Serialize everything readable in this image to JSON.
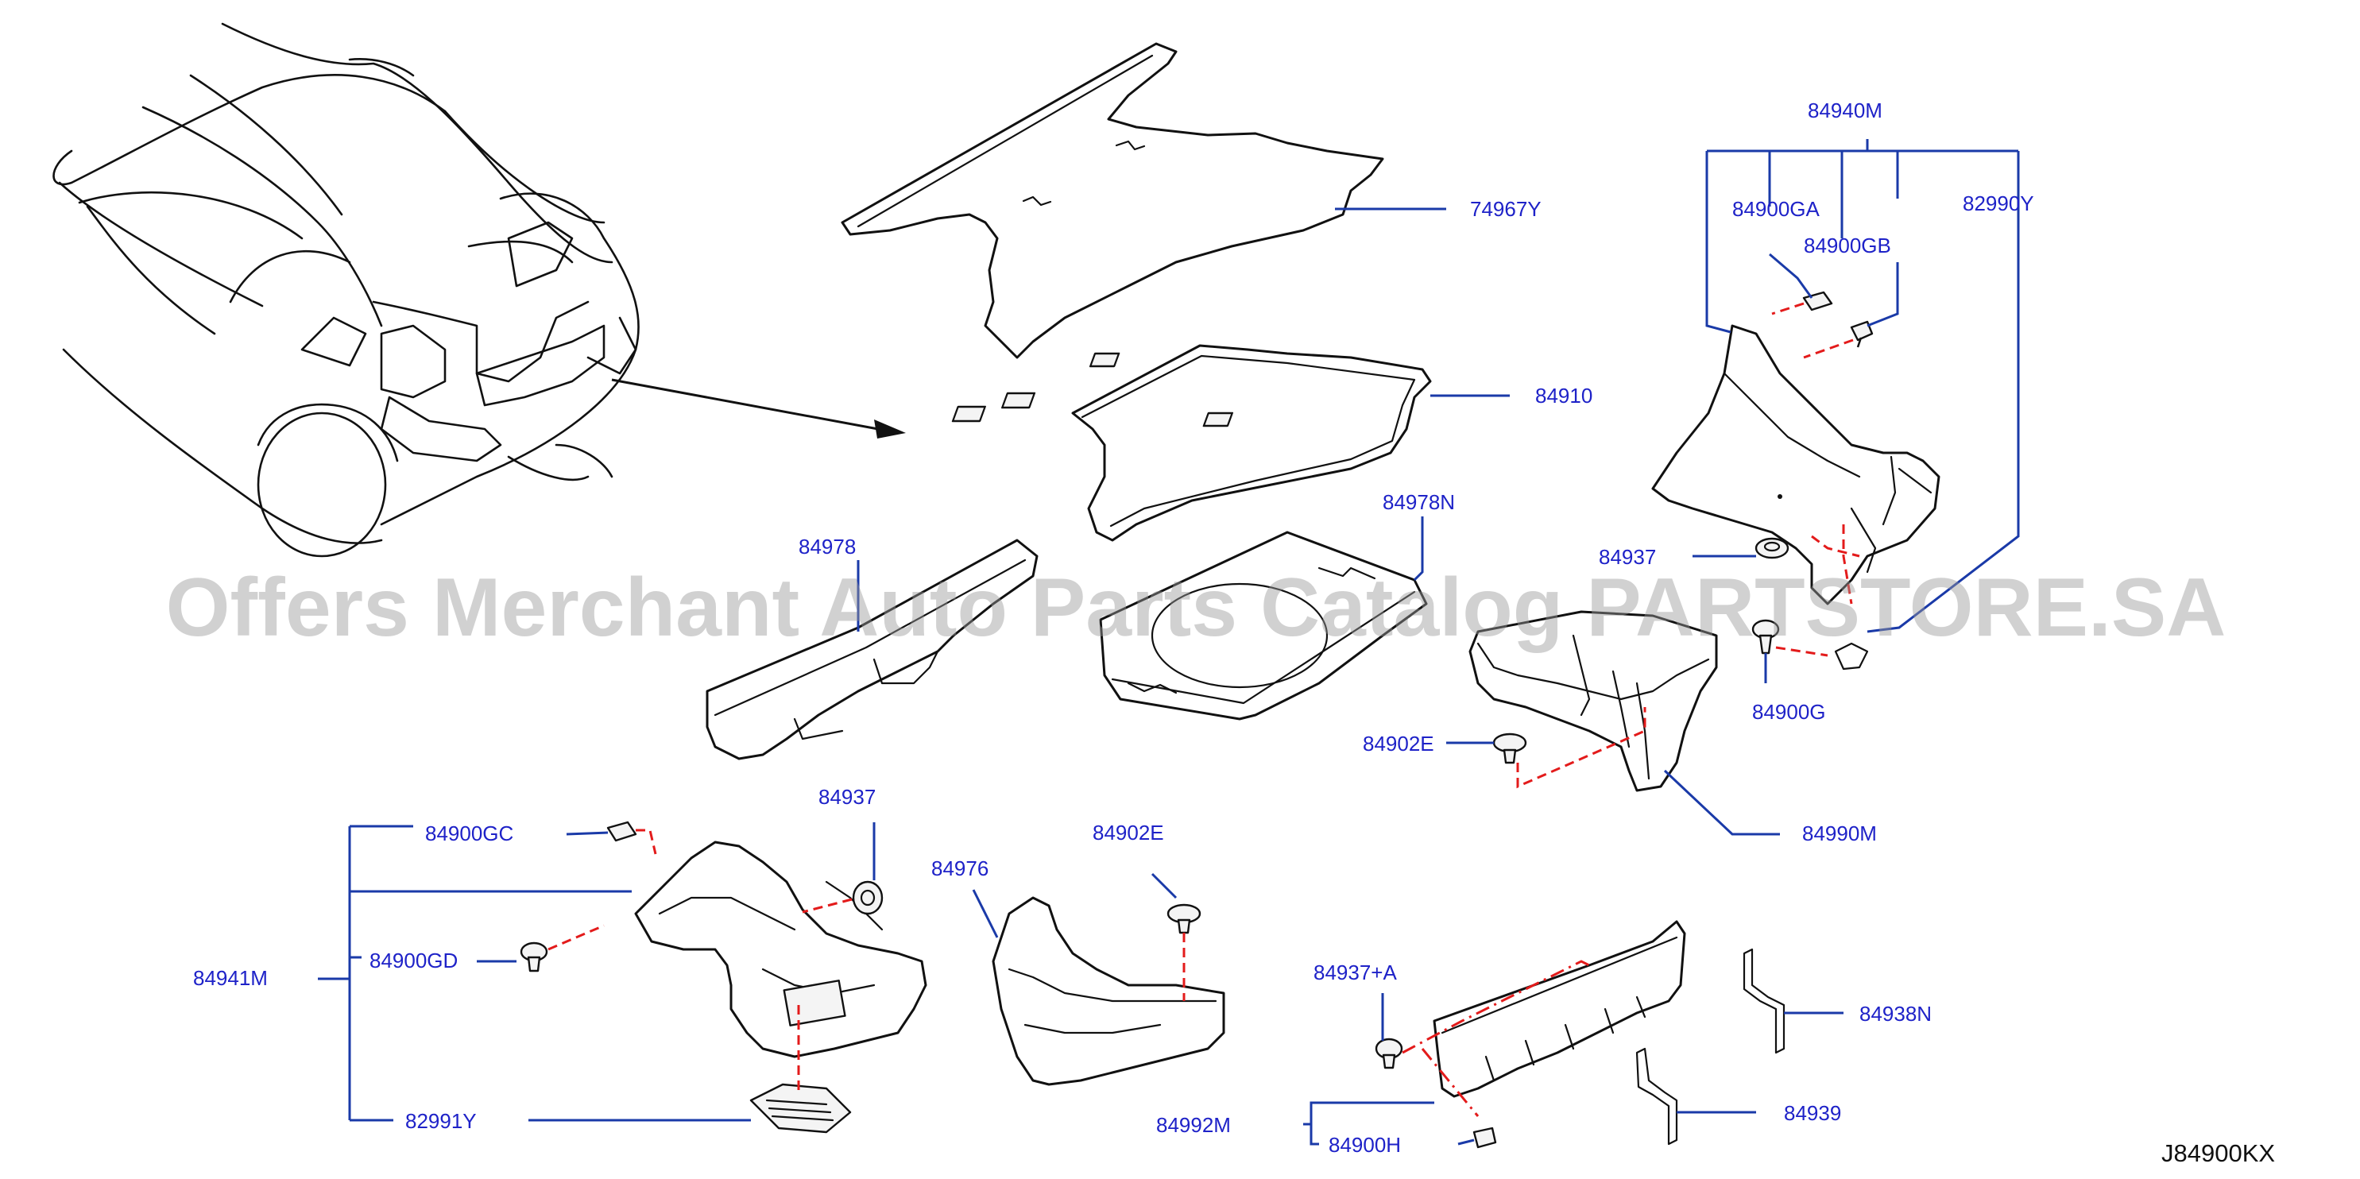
{
  "watermark": "Offers Merchant Auto Parts Catalog PARTSTORE.SA",
  "diagram_ref": "J84900KX",
  "colors": {
    "label": "#1e22c8",
    "leader": "#1a3aa8",
    "assembly_line": "#e31b1b",
    "linework": "#111111"
  },
  "labels": {
    "p74967y": "74967Y",
    "p84910": "84910",
    "p84978": "84978",
    "p84978n": "84978N",
    "p84940m": "84940M",
    "p84900ga": "84900GA",
    "p84900gb": "84900GB",
    "p82990y": "82990Y",
    "p84937_right": "84937",
    "p84900g": "84900G",
    "p84902e_right": "84902E",
    "p84990m": "84990M",
    "p84900gc": "84900GC",
    "p84937_left": "84937",
    "p84941m": "84941M",
    "p84900gd": "84900GD",
    "p82991y": "82991Y",
    "p84976": "84976",
    "p84902e_mid": "84902E",
    "p84937a": "84937+A",
    "p84938n": "84938N",
    "p84939": "84939",
    "p84992m": "84992M",
    "p84900h": "84900H"
  }
}
